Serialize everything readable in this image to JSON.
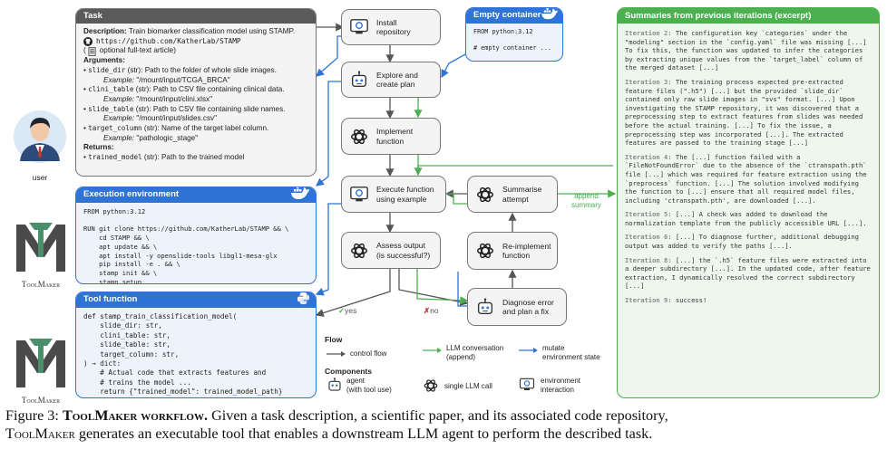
{
  "task": {
    "title": "Task",
    "description_label": "Description:",
    "description_text": " Train biomarker classification model using STAMP.",
    "repo_url": "https://github.com/KatherLab/STAMP",
    "article_text": "optional full-text article)",
    "arguments_label": "Arguments:",
    "args": [
      {
        "name": "slide_dir",
        "type": " (str)",
        "desc": ": Path to the folder of whole slide images.",
        "example_label": "Example:",
        "example_value": " \"/mount/input/TCGA_BRCA\""
      },
      {
        "name": "clini_table",
        "type": " (str)",
        "desc": ": Path to CSV file containing clinical data.",
        "example_label": "Example:",
        "example_value": " \"/mount/input/clini.xlsx\""
      },
      {
        "name": "slide_table",
        "type": " (str)",
        "desc": ": Path to CSV file containing slide names.",
        "example_label": "Example:",
        "example_value": " \"/mount/input/slides.csv\""
      },
      {
        "name": "target_column",
        "type": " (str)",
        "desc": ": Name of the target label column.",
        "example_label": "Example:",
        "example_value": " \"pathologic_stage\""
      }
    ],
    "returns_label": "Returns:",
    "returns_name": "trained_model",
    "returns_type": " (str)",
    "returns_desc": ": Path to the trained model"
  },
  "user_label": "user",
  "exec_env": {
    "title": "Execution environment",
    "code": "FROM python:3.12\n\nRUN git clone https://github.com/KatherLab/STAMP && \\\n    cd STAMP && \\\n    apt update && \\\n    apt install -y openslide-tools libgl1-mesa-glx\n    pip install -e . && \\\n    stamp init && \\\n    stamp setup"
  },
  "tool_fn": {
    "title": "Tool function",
    "code": "def stamp_train_classification_model(\n    slide_dir: str,\n    clini_table: str,\n    slide_table: str,\n    target_column: str,\n) → dict:\n    # Actual code that extracts features and\n    # trains the model ...\n    return {\"trained_model\": trained_model_path}"
  },
  "logo_text": "ToolMaker",
  "empty_container": {
    "title": "Empty container",
    "code": "FROM python:3.12\n\n# empty container ..."
  },
  "nodes": {
    "install": "Install\nrepository",
    "explore": "Explore and\ncreate plan",
    "implement": "Implement\nfunction",
    "execute": "Execute function\nusing example",
    "assess": "Assess output\n(is successful?)",
    "summarise": "Summarise\nattempt",
    "reimplement": "Re-implement\nfunction",
    "diagnose": "Diagnose error\nand plan a fix"
  },
  "edge_labels": {
    "yes": "yes",
    "no": "no",
    "append_summary": "append\nsummary"
  },
  "legend": {
    "flow_title": "Flow",
    "control_flow": "control flow",
    "llm_conversation": "LLM conversation\n(append)",
    "mutate_env": "mutate\nenvironment state",
    "components_title": "Components",
    "agent": "agent\n(with tool use)",
    "single_llm": "single LLM call",
    "env_interaction": "environment\ninteraction"
  },
  "summaries": {
    "title": "Summaries from previous iterations (excerpt)",
    "items": [
      {
        "label": "Iteration 2:",
        "text": " The configuration key `categories` under the \"modeling\" section in the `config.yaml` file was missing [...] To fix this, the function was updated to infer the categories by extracting unique values from the `target_label` column of the merged dataset [...]"
      },
      {
        "label": "Iteration 3:",
        "text": " The training process expected pre-extracted feature files (\".h5\") [...] but the provided `slide_dir` contained only raw slide images in \"svs\" format. [...] Upon investigating the STAMP repository, it was discovered that a preprocessing step to extract features from slides was needed before the actual training. [...] To fix the issue, a preprocessing step was incorporated [...]. The extracted features are passed to the training stage [...]"
      },
      {
        "label": "Iteration 4:",
        "text": " The [...] function failed with a `FileNotFoundError` due to the absence of the `ctranspath.pth` file [...] which was required for feature extraction using the `preprocess` function. [...] The solution involved modifying the function to [...] ensure that all required model files, including 'ctranspath.pth', are downloaded [...]."
      },
      {
        "label": "Iteration 5:",
        "text": " [...] A check was added to download the normalization template from the publicly accessible URL [...]."
      },
      {
        "label": "Iteration 6:",
        "text": " [...] To diagnose further, additional debugging output was added to verify the paths [...]."
      },
      {
        "label": "Iteration 8:",
        "text": " [...] the `.h5` feature files were extracted into a deeper subdirectory [...]. In the updated code, after feature extraction, I dynamically resolved the correct subdirectory [...]"
      },
      {
        "label": "Iteration 9:",
        "text": " success!"
      }
    ]
  },
  "caption": {
    "prefix": "Figure 3: ",
    "bold_title": "ToolMaker workflow.",
    "text1": " Given a task description, a scientific paper, and its associated code repository,",
    "name2": "ToolMaker",
    "text2": " generates an executable tool that enables a downstream LLM agent to perform the described task."
  },
  "colors": {
    "blue": "#2f73d6",
    "green": "#4caf50",
    "gray": "#555555"
  },
  "icons": [
    "github-icon",
    "document-icon",
    "docker-icon",
    "python-icon",
    "openai-icon",
    "agent-icon",
    "env-icon",
    "user-avatar"
  ]
}
